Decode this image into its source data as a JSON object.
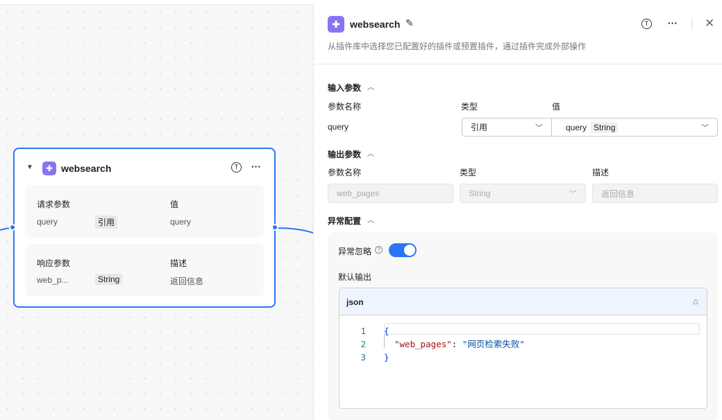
{
  "node": {
    "title": "websearch",
    "request": {
      "header_name": "请求参数",
      "header_value": "值",
      "name": "query",
      "type": "引用",
      "value": "query"
    },
    "response": {
      "header_name": "响应参数",
      "header_desc": "描述",
      "name": "web_p...",
      "type": "String",
      "desc": "返回信息"
    }
  },
  "panel": {
    "title": "websearch",
    "description": "从插件库中选择您已配置好的插件或预置插件，通过插件完成外部操作",
    "input": {
      "section": "输入参数",
      "col_name": "参数名称",
      "col_type": "类型",
      "col_value": "值",
      "name": "query",
      "type": "引用",
      "value_name": "query",
      "value_type": "String"
    },
    "output": {
      "section": "输出参数",
      "col_name": "参数名称",
      "col_type": "类型",
      "col_desc": "描述",
      "name": "web_pages",
      "type": "String",
      "desc_placeholder": "返回信息"
    },
    "exception": {
      "section": "异常配置",
      "ignore_label": "异常忽略",
      "ignore_enabled": true,
      "default_output_label": "默认输出",
      "editor_lang": "json",
      "lines": [
        "1",
        "2",
        "3"
      ],
      "code_open": "{",
      "code_key": "\"web_pages\"",
      "code_colon": ": ",
      "code_value": "\"网页检索失败\"",
      "code_close": "}"
    }
  },
  "colors": {
    "accent": "#2a75f6",
    "plugin": "#8a73f0"
  }
}
